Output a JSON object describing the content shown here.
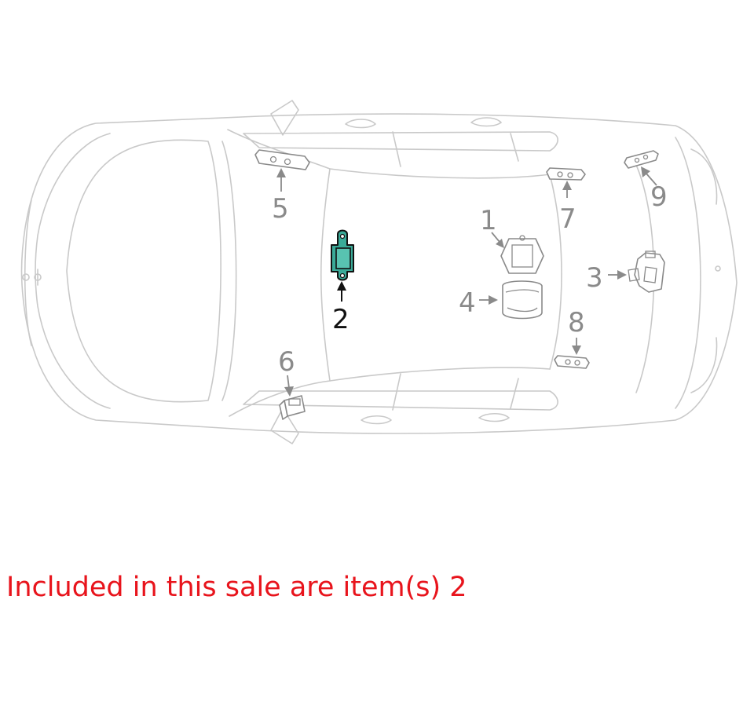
{
  "diagram": {
    "callouts": {
      "c1": "1",
      "c2": "2",
      "c3": "3",
      "c4": "4",
      "c5": "5",
      "c6": "6",
      "c7": "7",
      "c8": "8",
      "c9": "9"
    },
    "highlighted_item": "2",
    "colors": {
      "highlight_fill": "#3aaa98",
      "callout_gray": "#8a8a8a",
      "car_outline": "#c9c9c9"
    }
  },
  "note": {
    "text": "Included in this sale are item(s) 2",
    "color": "#e8141c"
  }
}
